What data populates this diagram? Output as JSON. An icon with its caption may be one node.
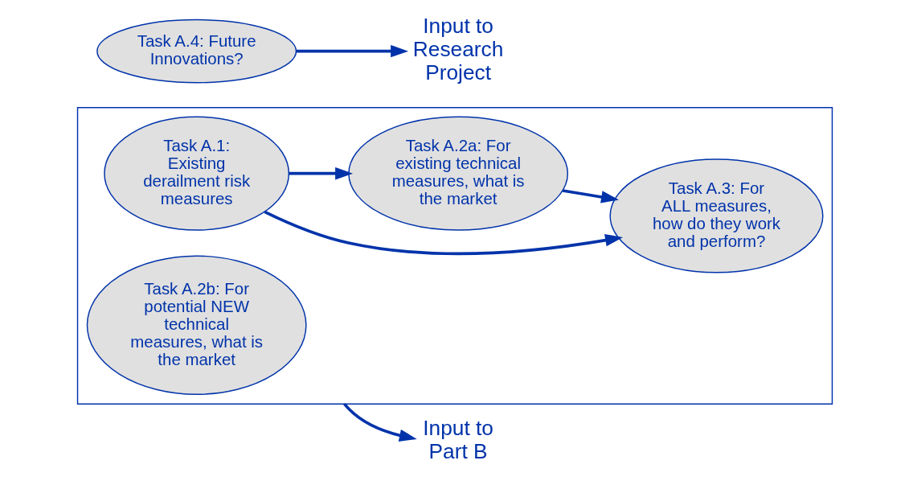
{
  "diagram": {
    "nodes": [
      {
        "text": [],
        "shape": "box"
      },
      {
        "text": [
          "Task A.1: Existing derailment risk measures"
        ],
        "in": 0
      },
      {
        "text": [
          "Task A.3: For ALL measures, how do they work and perform?"
        ],
        "in": 0
      },
      {
        "text": [
          "Task A.2a: For existing technical measures, what is the market"
        ],
        "in": 0
      },
      {
        "text": [
          "Task A.2b: For potential NEW technical measures, what is the market"
        ],
        "in": 0
      },
      {
        "text": [
          "Input to Part B"
        ]
      },
      {
        "text": [
          "Task A.4: Future Innovations?"
        ]
      },
      {
        "text": [
          "Input to Research Project"
        ]
      }
    ],
    "edges": [
      {
        "from": 1,
        "to": 2,
        "arrow": "to"
      },
      {
        "from": 1,
        "to": 3,
        "arrow": "to"
      },
      {
        "from": 3,
        "to": 2,
        "arrow": "to"
      },
      {
        "from": 0,
        "to": 5,
        "arrow": "to"
      },
      {
        "from": 6,
        "to": 7,
        "arrow": "to"
      }
    ]
  }
}
